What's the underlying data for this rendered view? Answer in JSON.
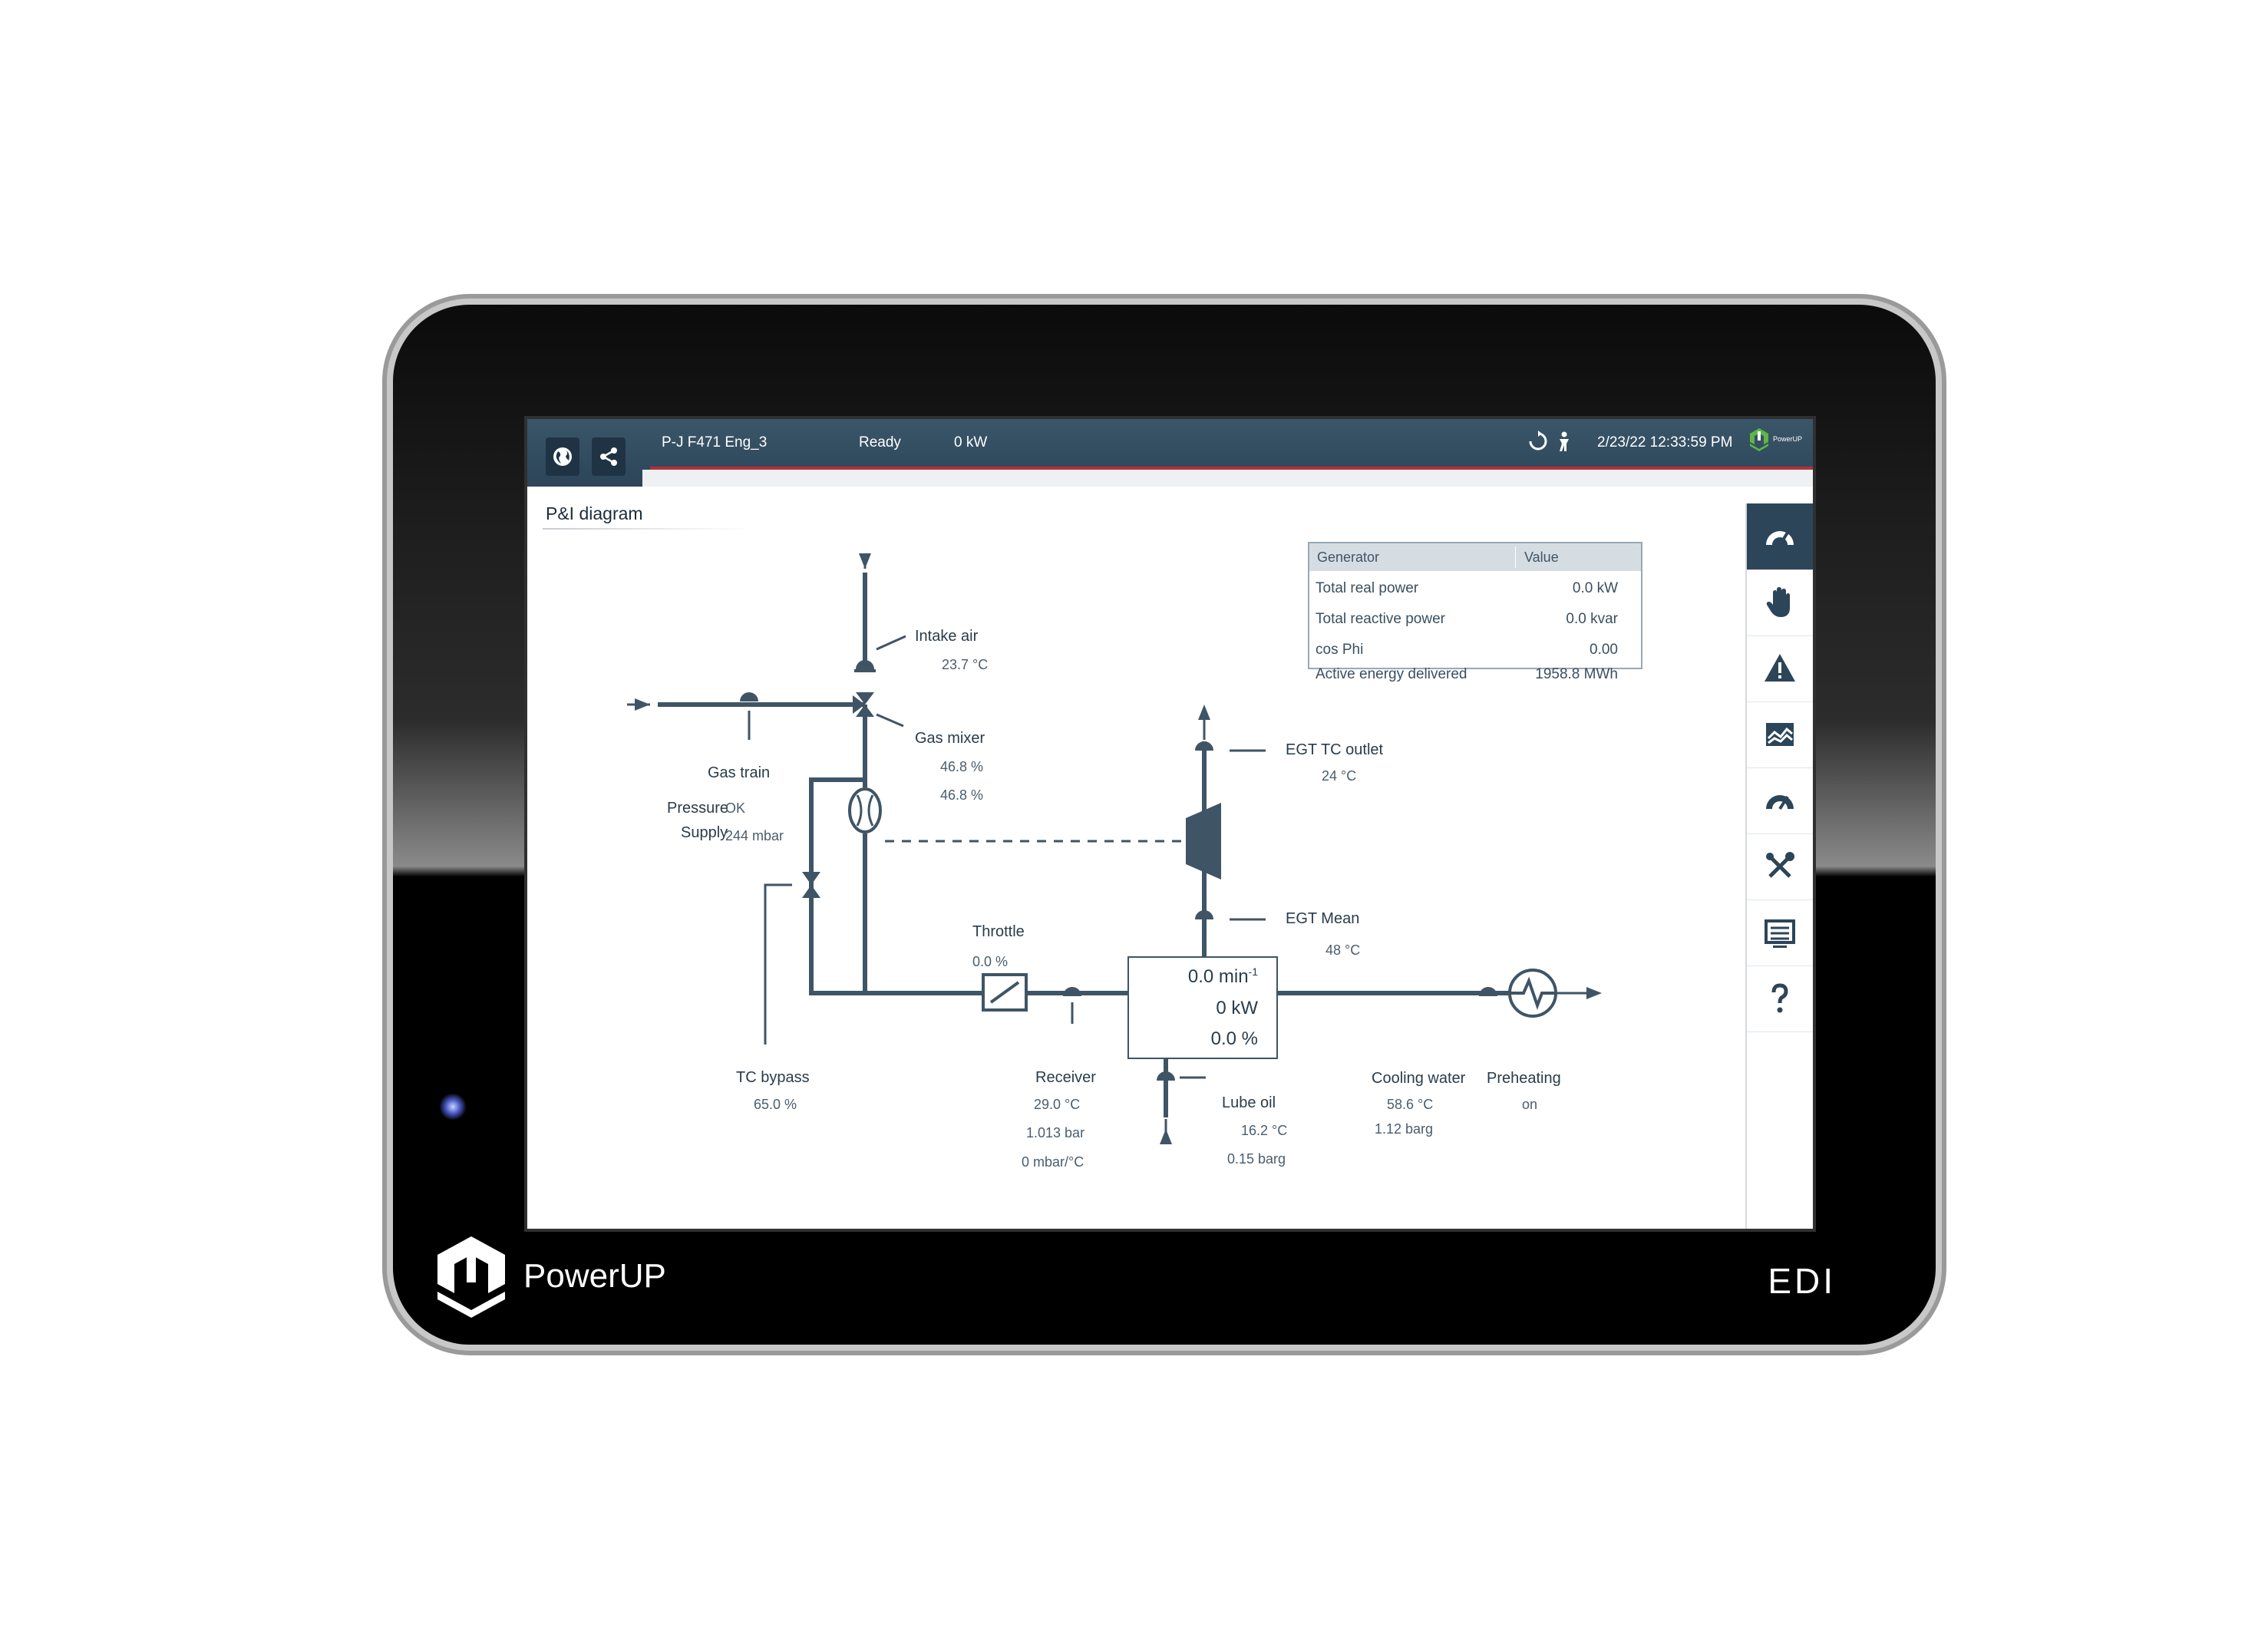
{
  "device": {
    "brand": "PowerUP",
    "model": "EDI"
  },
  "topbar": {
    "station": "P-J F471 Eng_3",
    "status": "Ready",
    "power": "0 kW",
    "datetime": "2/23/22 12:33:59 PM",
    "logo_text": "PowerUP"
  },
  "page": {
    "title": "P&I diagram"
  },
  "generator_table": {
    "headers": [
      "Generator",
      "Value"
    ],
    "rows": [
      {
        "label": "Total real power",
        "value": "0.0 kW"
      },
      {
        "label": "Total reactive power",
        "value": "0.0 kvar"
      },
      {
        "label": "cos Phi",
        "value": "0.00"
      },
      {
        "label": "Active energy delivered",
        "value": "1958.8 MWh"
      }
    ]
  },
  "diagram": {
    "intake_air": {
      "label": "Intake air",
      "temp": "23.7 °C"
    },
    "gas_mixer": {
      "label": "Gas mixer",
      "v1": "46.8 %",
      "v2": "46.8 %"
    },
    "gas_train": {
      "label": "Gas train",
      "pressure_label": "Pressure",
      "pressure_value": "OK",
      "supply_label": "Supply",
      "supply_value": "244 mbar"
    },
    "egt_tc_outlet": {
      "label": "EGT TC outlet",
      "value": "24 °C"
    },
    "egt_mean": {
      "label": "EGT Mean",
      "value": "48 °C"
    },
    "throttle": {
      "label": "Throttle",
      "value": "0.0 %"
    },
    "tc_bypass": {
      "label": "TC bypass",
      "value": "65.0 %"
    },
    "receiver": {
      "label": "Receiver",
      "temp": "29.0 °C",
      "pressure": "1.013 bar",
      "ratio": "0 mbar/°C"
    },
    "engine": {
      "speed": "0.0 min",
      "speed_unit_sup": "-1",
      "power": "0 kW",
      "load": "0.0 %"
    },
    "lube_oil": {
      "label": "Lube oil",
      "temp": "16.2 °C",
      "pressure": "0.15 barg"
    },
    "cooling_water": {
      "label": "Cooling water",
      "temp": "58.6 °C",
      "pressure": "1.12 barg"
    },
    "preheating": {
      "label": "Preheating",
      "value": "on"
    }
  },
  "nav": [
    {
      "icon": "dashboard-gauge-icon",
      "active": true
    },
    {
      "icon": "hand-manual-icon",
      "active": false
    },
    {
      "icon": "warning-alarm-icon",
      "active": false
    },
    {
      "icon": "trend-chart-icon",
      "active": false
    },
    {
      "icon": "gauge-icon",
      "active": false
    },
    {
      "icon": "tools-icon",
      "active": false
    },
    {
      "icon": "settings-panel-icon",
      "active": false
    },
    {
      "icon": "help-icon",
      "active": false
    }
  ],
  "colors": {
    "topbar": "#2c4558",
    "accent_red": "#b0313a",
    "diagram_stroke": "#3f5566"
  }
}
